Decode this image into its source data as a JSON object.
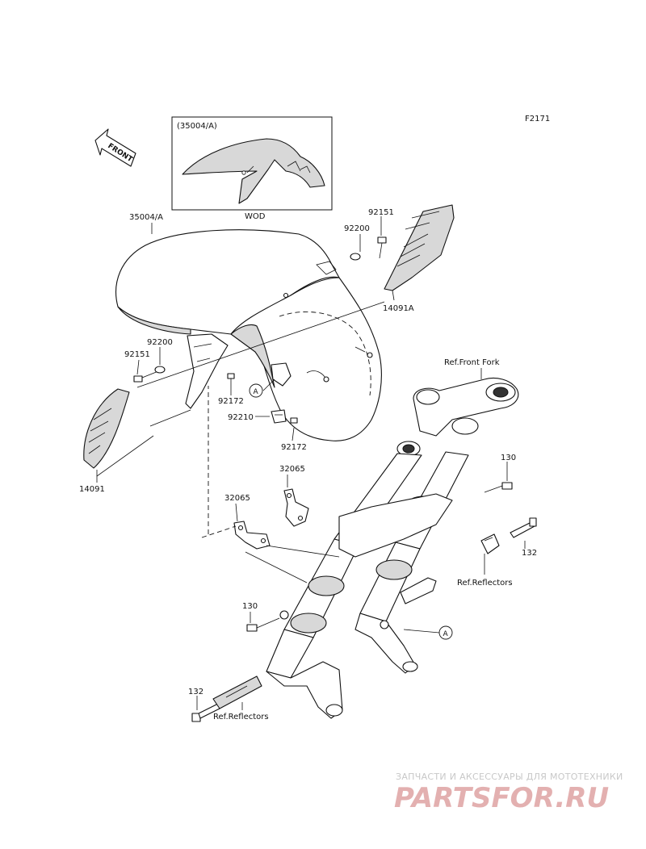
{
  "diagram": {
    "figure_code": "F2171",
    "front_label": "FRONT",
    "inset": {
      "title": "(35004/A)",
      "caption": "WOD"
    },
    "parts": [
      {
        "id": "p-35004a",
        "label": "35004/A"
      },
      {
        "id": "p-92151-top",
        "label": "92151"
      },
      {
        "id": "p-92200-top",
        "label": "92200"
      },
      {
        "id": "p-14091a",
        "label": "14091A"
      },
      {
        "id": "p-92200-left",
        "label": "92200"
      },
      {
        "id": "p-92151-left",
        "label": "92151"
      },
      {
        "id": "p-92172-a",
        "label": "92172"
      },
      {
        "id": "p-92210",
        "label": "92210"
      },
      {
        "id": "p-92172-b",
        "label": "92172"
      },
      {
        "id": "p-14091",
        "label": "14091"
      },
      {
        "id": "p-32065-a",
        "label": "32065"
      },
      {
        "id": "p-32065-b",
        "label": "32065"
      },
      {
        "id": "p-130-right",
        "label": "130"
      },
      {
        "id": "p-132-right",
        "label": "132"
      },
      {
        "id": "p-130-left",
        "label": "130"
      },
      {
        "id": "p-132-left",
        "label": "132"
      }
    ],
    "references": [
      {
        "id": "ref-front-fork",
        "label": "Ref.Front Fork"
      },
      {
        "id": "ref-reflectors-right",
        "label": "Ref.Reflectors"
      },
      {
        "id": "ref-reflectors-left",
        "label": "Ref.Reflectors"
      }
    ],
    "callout_letter": "A"
  },
  "watermark": {
    "tagline": "ЗАПЧАСТИ И АКСЕССУАРЫ ДЛЯ МОТОТЕХНИКИ",
    "logo": "PARTSFOR.RU"
  }
}
